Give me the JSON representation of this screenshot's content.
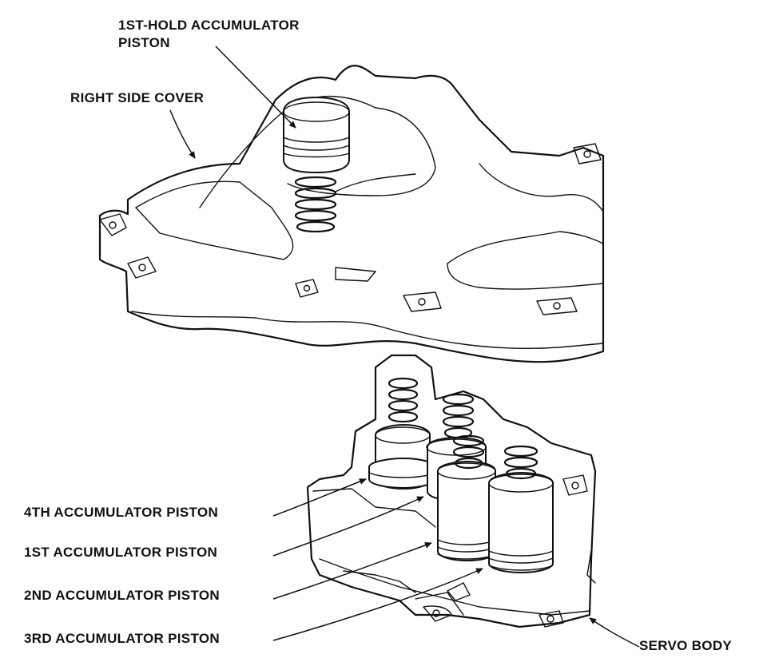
{
  "labels": {
    "hold_line1": "1ST-HOLD ACCUMULATOR",
    "hold_line2": "PISTON",
    "right_side_cover": "RIGHT SIDE COVER",
    "fourth": "4TH ACCUMULATOR PISTON",
    "first": "1ST ACCUMULATOR PISTON",
    "second": "2ND ACCUMULATOR PISTON",
    "third": "3RD ACCUMULATOR PISTON",
    "servo_body": "SERVO BODY"
  }
}
